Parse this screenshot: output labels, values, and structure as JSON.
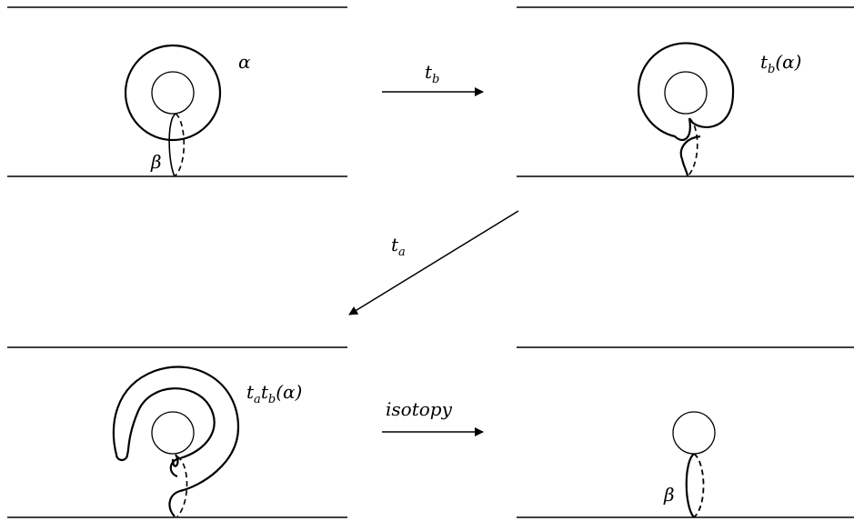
{
  "labels": {
    "alpha": "α",
    "beta_top": "β",
    "beta_bottom": "β",
    "tb_arrow_t": "t",
    "tb_arrow_sub": "b",
    "ta_arrow_t": "t",
    "ta_arrow_sub": "a",
    "tb_alpha_t": "t",
    "tb_alpha_sub": "b",
    "tb_alpha_arg": "(α)",
    "tatb_t1": "t",
    "tatb_sub1": "a",
    "tatb_t2": "t",
    "tatb_sub2": "b",
    "tatb_arg": "(α)",
    "isotopy": "isotopy"
  },
  "colors": {
    "stroke": "#000000",
    "background": "#ffffff"
  }
}
